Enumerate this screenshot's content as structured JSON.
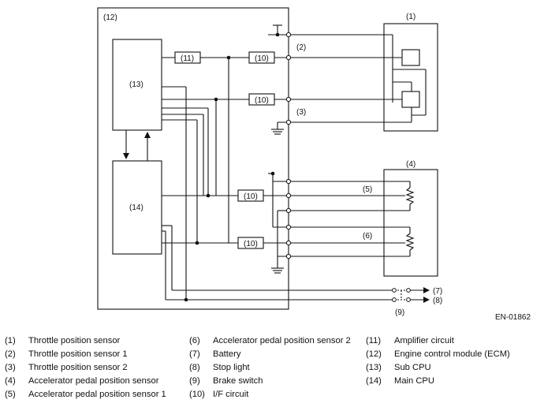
{
  "diagram": {
    "callouts": {
      "ecm_box": "(12)",
      "sub_cpu": "(13)",
      "main_cpu": "(14)",
      "tps_box": "(1)",
      "apps_box": "(4)",
      "sig_2": "(2)",
      "sig_3": "(3)",
      "sig_5": "(5)",
      "sig_6": "(6)",
      "out_7": "(7)",
      "out_8": "(8)",
      "out_9": "(9)",
      "amp": "(11)",
      "if_a": "(10)",
      "if_b": "(10)",
      "if_c": "(10)",
      "if_d": "(10)"
    },
    "reference_code": "EN-01862"
  },
  "legend": {
    "col1": [
      {
        "num": "(1)",
        "text": "Throttle position sensor"
      },
      {
        "num": "(2)",
        "text": "Throttle position sensor 1"
      },
      {
        "num": "(3)",
        "text": "Throttle position sensor 2"
      },
      {
        "num": "(4)",
        "text": "Accelerator pedal position sensor"
      },
      {
        "num": "(5)",
        "text": "Accelerator pedal position sensor 1"
      }
    ],
    "col2": [
      {
        "num": "(6)",
        "text": "Accelerator pedal position sensor 2"
      },
      {
        "num": "(7)",
        "text": "Battery"
      },
      {
        "num": "(8)",
        "text": "Stop light"
      },
      {
        "num": "(9)",
        "text": "Brake switch"
      },
      {
        "num": "(10)",
        "text": "I/F circuit"
      }
    ],
    "col3": [
      {
        "num": "(11)",
        "text": "Amplifier circuit"
      },
      {
        "num": "(12)",
        "text": "Engine control module (ECM)"
      },
      {
        "num": "(13)",
        "text": "Sub CPU"
      },
      {
        "num": "(14)",
        "text": "Main CPU"
      }
    ]
  }
}
